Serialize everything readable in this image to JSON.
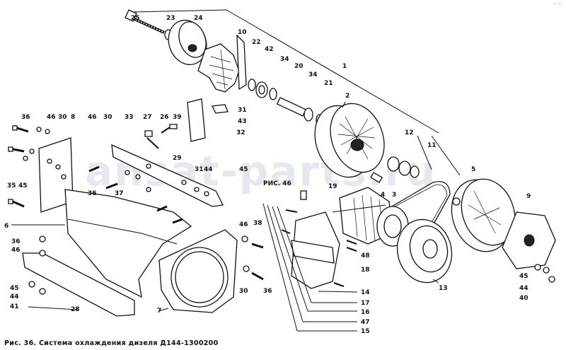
{
  "caption": "Рис. 36. Система охлаждения дизеля Д144-1300200",
  "watermark": "ansat-parts.ru",
  "corner_mark": "☆ ☆",
  "callouts": {
    "c25": "25",
    "c23": "23",
    "c24": "24",
    "c10": "10",
    "c22": "22",
    "c42": "42",
    "c34a": "34",
    "c1": "1",
    "c20": "20",
    "c34b": "34",
    "c21": "21",
    "c2": "2",
    "c31": "31",
    "c43": "43",
    "c32": "32",
    "c39": "39",
    "c26": "26",
    "c27": "27",
    "c33": "33",
    "c36a": "36",
    "c46a": "46",
    "c30a": "30",
    "c8": "8",
    "c46b": "46",
    "c30b": "30",
    "c35": "35",
    "c45a": "45",
    "c29": "29",
    "c31b": "31",
    "c44a": "44",
    "c45b": "45",
    "c36b": "36",
    "c37": "37",
    "c12": "12",
    "c11": "11",
    "c5": "5",
    "c9": "9",
    "ris46": "РИС. 46",
    "c19": "19",
    "c4": "4",
    "c3": "3",
    "c6": "6",
    "c36c": "36",
    "c46c": "46",
    "c46d": "46",
    "c38": "38",
    "c45c": "45",
    "c44b": "44",
    "c41": "41",
    "c28": "28",
    "c7": "7",
    "c30c": "30",
    "c36d": "36",
    "c48": "48",
    "c18": "18",
    "c14": "14",
    "c17": "17",
    "c16": "16",
    "c47": "47",
    "c15": "15",
    "c13": "13",
    "c45d": "45",
    "c44c": "44",
    "c40": "40"
  }
}
